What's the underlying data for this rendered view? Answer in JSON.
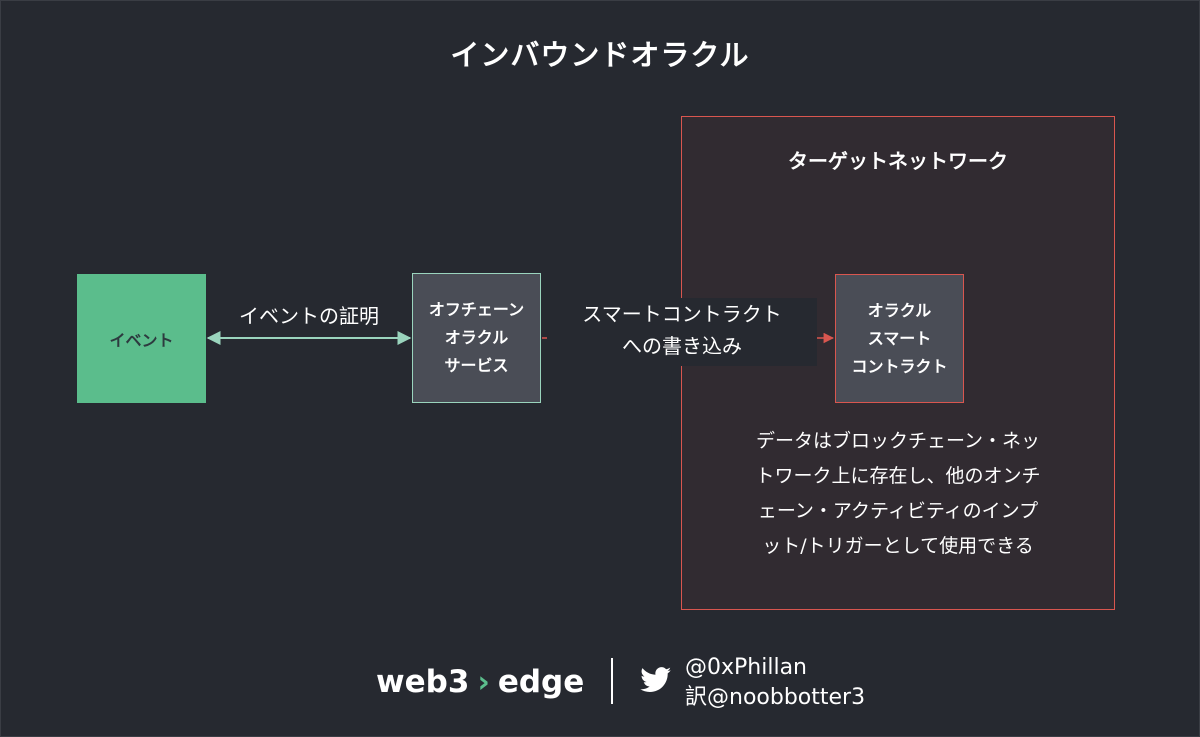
{
  "title": "インバウンドオラクル",
  "target_network": {
    "title": "ターゲットネットワーク"
  },
  "nodes": {
    "event": "イベント",
    "offchain_oracle": [
      "オフチェーン",
      "オラクル",
      "サービス"
    ],
    "oracle_contract": [
      "オラクル",
      "スマート",
      "コントラクト"
    ]
  },
  "edges": {
    "proof_label": "イベントの証明",
    "write_label": [
      "スマートコントラクト",
      "への書き込み"
    ]
  },
  "description": [
    "データはブロックチェーン・ネッ",
    "トワーク上に存在し、他のオンチ",
    "ェーン・アクティビティのインプ",
    "ット/トリガーとして使用できる"
  ],
  "footer": {
    "brand_left": "web3",
    "brand_chevron": "›",
    "brand_right": "edge",
    "handle_author": "@0xPhillan",
    "handle_translator": "訳@noobbotter3",
    "icon": "twitter-icon"
  },
  "colors": {
    "background": "#262930",
    "event": "#5bbd8c",
    "node": "#4a4d56",
    "accent_red": "#d9564f",
    "accent_green": "#9ad4bd",
    "target_fill": "#312b31"
  }
}
